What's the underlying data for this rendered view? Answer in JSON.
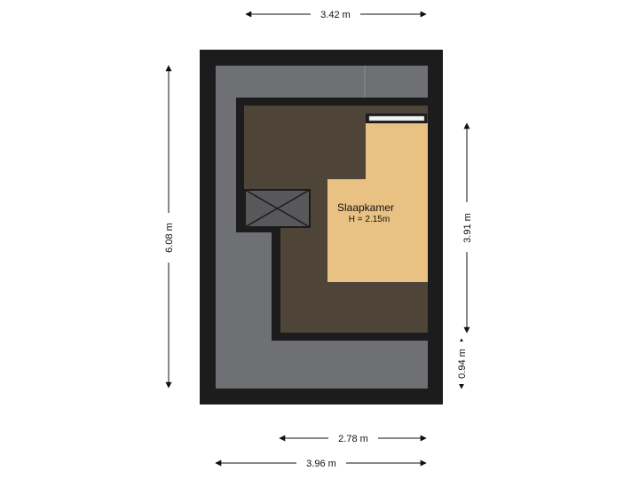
{
  "room": {
    "name": "Slaapkamer",
    "height_label": "H = 2.15m"
  },
  "dimensions": {
    "top_width": "3.42 m",
    "left_height": "6.08 m",
    "right_upper": "3.91 m",
    "right_lower": "0.94 m",
    "bottom_inner": "2.78 m",
    "bottom_outer": "3.96 m"
  },
  "colors": {
    "outer_wall": "#1c1c1c",
    "roof_area": "#6f7073",
    "attic_floor": "#4e4438",
    "room_floor": "#e9c283",
    "stair_fill": "#58585a",
    "window": "#f2f2f2"
  }
}
